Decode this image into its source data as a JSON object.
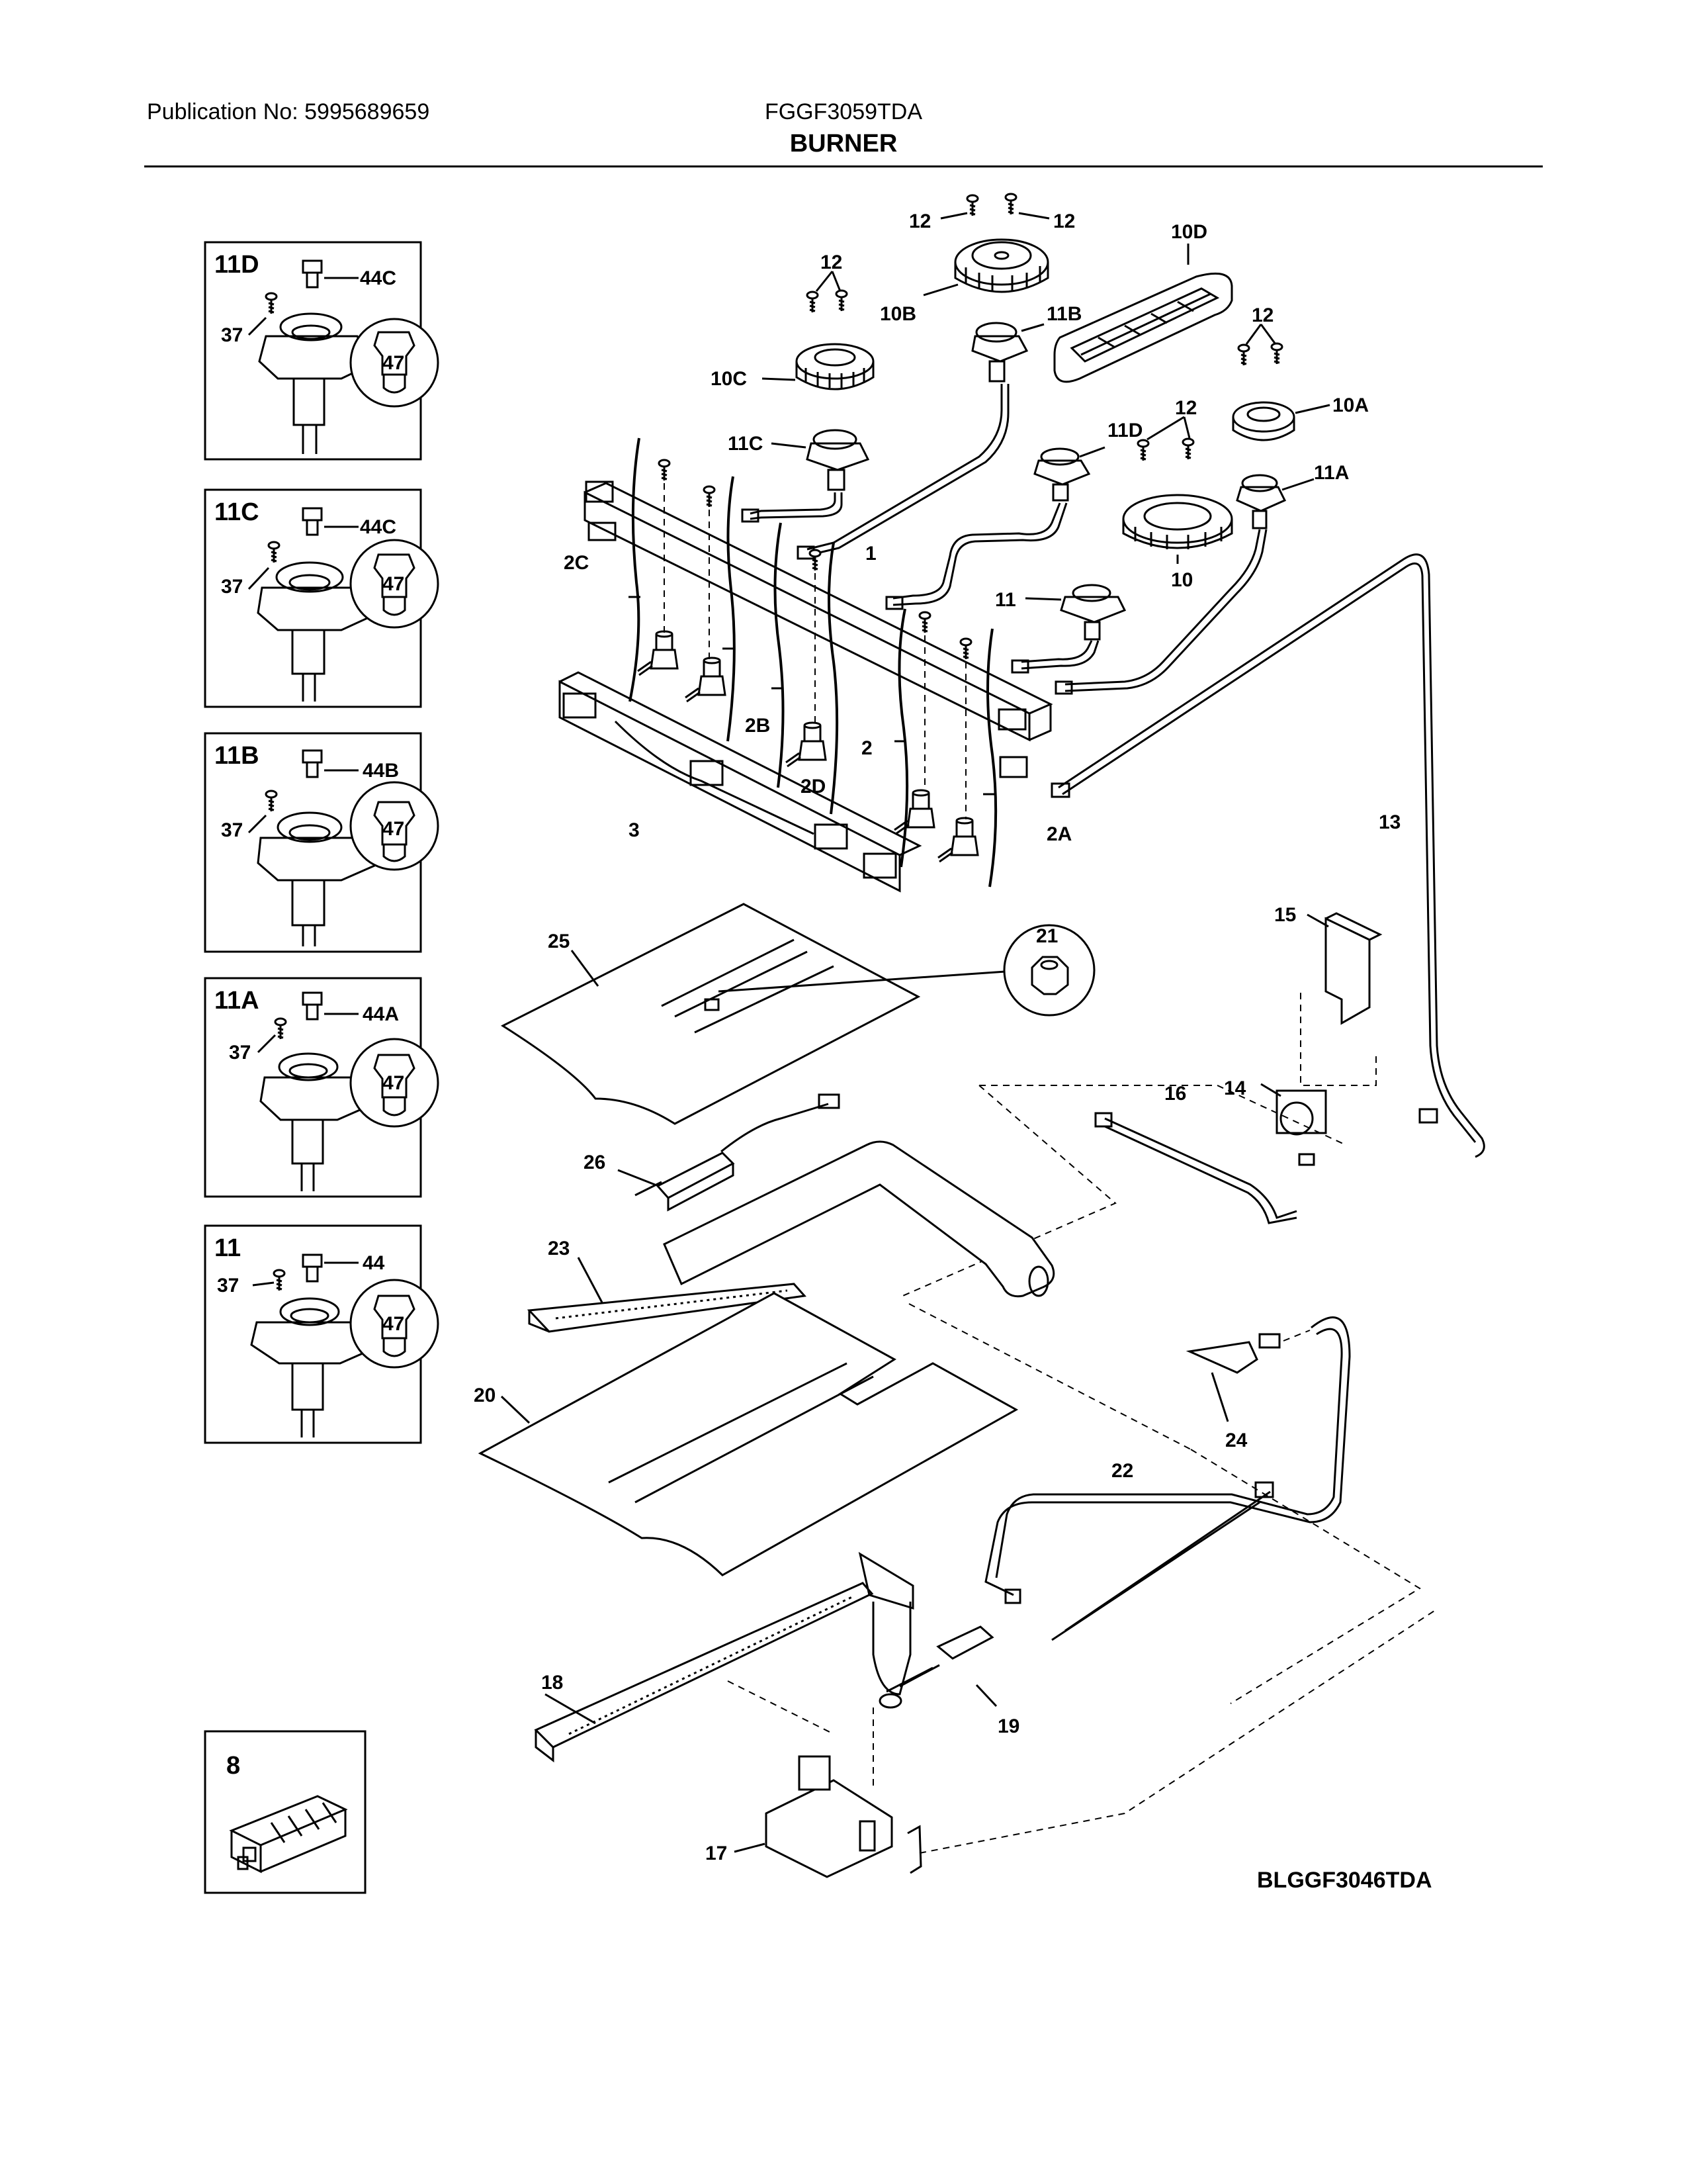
{
  "header": {
    "publication": "Publication No: 5995689659",
    "model": "FGGF3059TDA",
    "section_title": "BURNER"
  },
  "footer": {
    "diagram_code": "BLGGF3046TDA"
  },
  "insets": [
    {
      "id": "11D",
      "screw": "37",
      "cap": "44C",
      "circle": "47"
    },
    {
      "id": "11C",
      "screw": "37",
      "cap": "44C",
      "circle": "47"
    },
    {
      "id": "11B",
      "screw": "37",
      "cap": "44B",
      "circle": "47"
    },
    {
      "id": "11A",
      "screw": "37",
      "cap": "44A",
      "circle": "47"
    },
    {
      "id": "11",
      "screw": "37",
      "cap": "44",
      "circle": "47"
    }
  ],
  "inset_8": {
    "id": "8"
  },
  "callouts": {
    "c12a": "12",
    "c12b": "12",
    "c12c": "12",
    "c12d": "12",
    "c12e": "12",
    "c10D": "10D",
    "c10B": "10B",
    "c11B": "11B",
    "c10C": "10C",
    "c11C": "11C",
    "c10A": "10A",
    "c11D": "11D",
    "c11A": "11A",
    "c10": "10",
    "c11": "11",
    "c1": "1",
    "c2C": "2C",
    "c2B": "2B",
    "c2D": "2D",
    "c2": "2",
    "c2A": "2A",
    "c3": "3",
    "c13": "13",
    "c15": "15",
    "c25": "25",
    "c21": "21",
    "c16": "16",
    "c14": "14",
    "c26": "26",
    "c23": "23",
    "c20": "20",
    "c24": "24",
    "c22": "22",
    "c18": "18",
    "c19": "19",
    "c17": "17"
  }
}
